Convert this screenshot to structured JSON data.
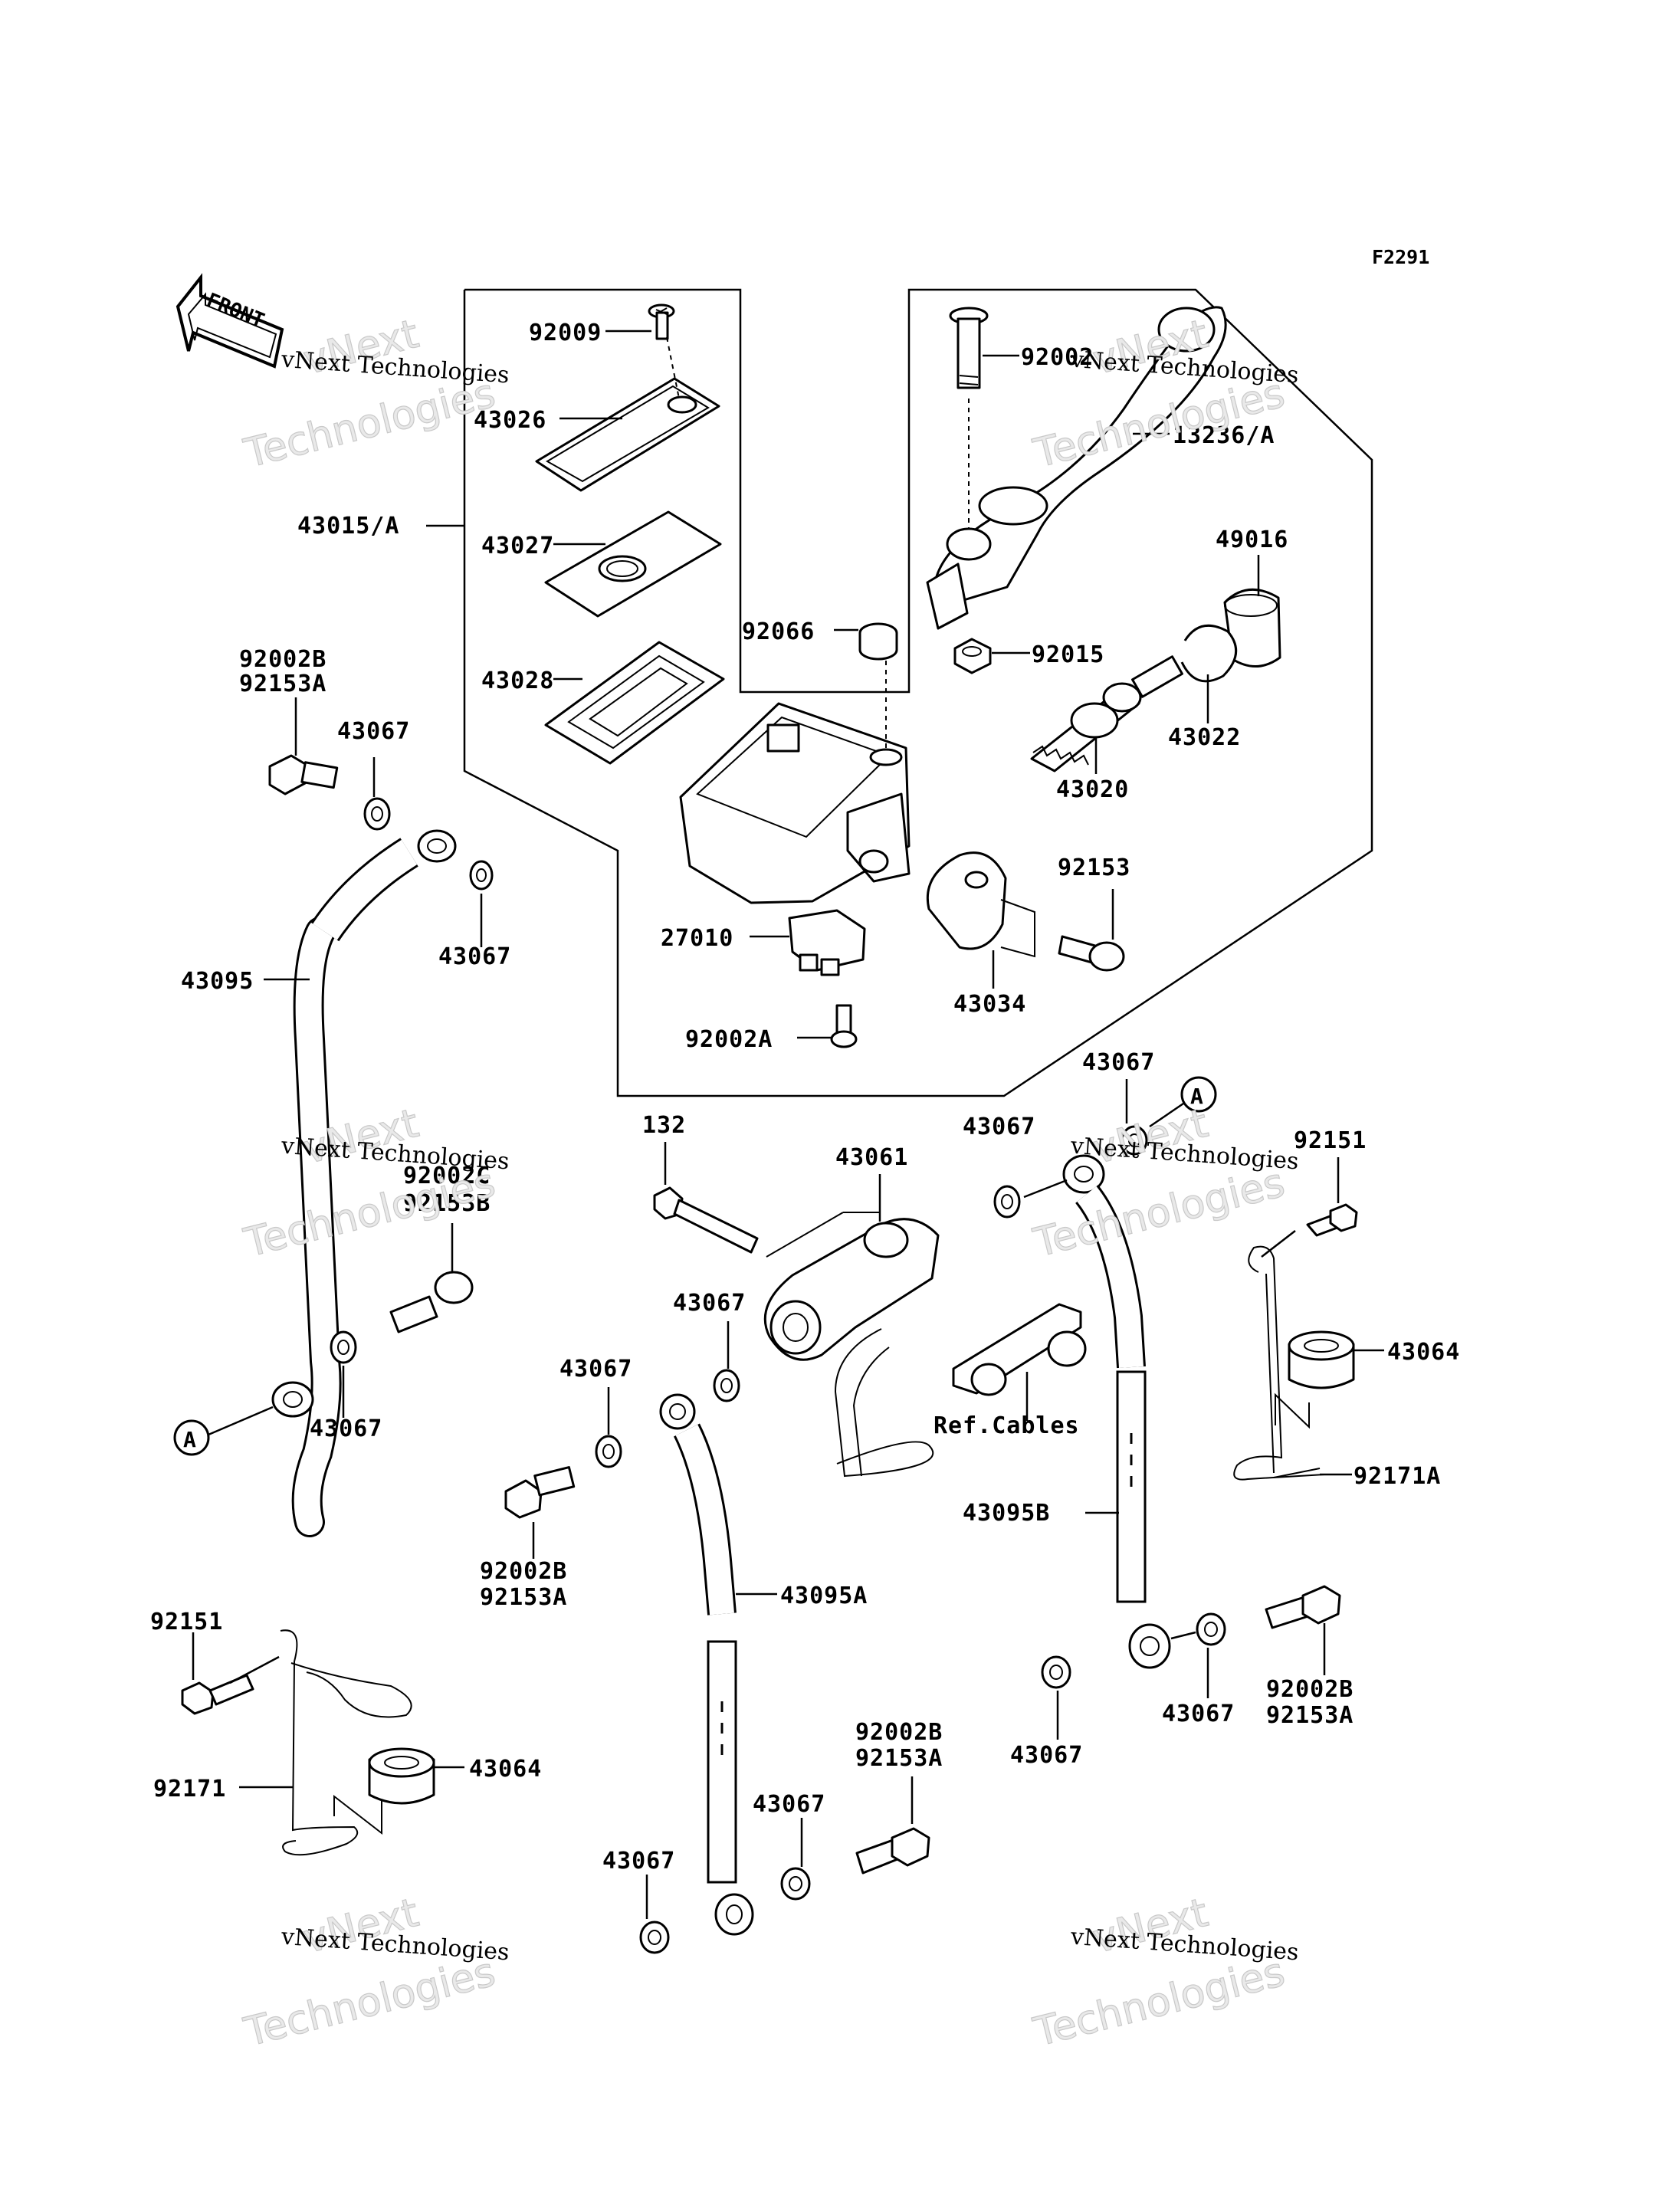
{
  "diagram": {
    "code": "F2291",
    "front_label": "FRONT",
    "watermark": {
      "line1": "vNext Technologies",
      "line2": "vNext",
      "line3": "Technologies"
    },
    "labels": {
      "p92009": "92009",
      "p43026": "43026",
      "p43015A": "43015/A",
      "p43027": "43027",
      "p43028": "43028",
      "p92002": "92002",
      "p13236A": "13236/A",
      "p49016": "49016",
      "p92066": "92066",
      "p92015": "92015",
      "p43022": "43022",
      "p43020": "43020",
      "p92153": "92153",
      "p27010": "27010",
      "p43034": "43034",
      "p92002A": "92002A",
      "pL92002B": "92002B",
      "pL92153A": "92153A",
      "pL43067a": "43067",
      "pL43067b": "43067",
      "p43095": "43095",
      "p92002C": "92002C",
      "p92153B": "92153B",
      "pL43067c": "43067",
      "pRA43067": "43067",
      "p132": "132",
      "p43061": "43061",
      "pM43067a": "43067",
      "pM43067b": "43067",
      "pM43067c": "43067",
      "p92151R": "92151",
      "p43064R": "43064",
      "p92171A": "92171A",
      "pRef": "Ref.Cables",
      "p43095B": "43095B",
      "pM92002B": "92002B",
      "pM92153A": "92153A",
      "p43095A": "43095A",
      "p92151L": "92151",
      "p92171": "92171",
      "p43064L": "43064",
      "pB92002B": "92002B",
      "pB92153A": "92153A",
      "pB43067a": "43067",
      "pB43067b": "43067",
      "pR43067a": "43067",
      "pR43067b": "43067",
      "pR92002B": "92002B",
      "pR92153A": "92153A",
      "connA": "A"
    }
  }
}
